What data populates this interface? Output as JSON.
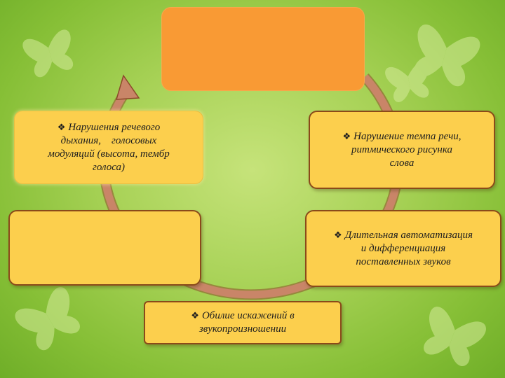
{
  "diagram": {
    "top_box": "",
    "left_top": {
      "line1": "Нарушения речевого",
      "line2": "дыхания,    голосовых",
      "line3": "модуляций (высота, тембр",
      "line4": "голоса)"
    },
    "right_top": {
      "line1": "Нарушение темпа речи,",
      "line2": "ритмического рисунка",
      "line3": "слова"
    },
    "left_mid": "",
    "right_mid": {
      "line1": "Длительная автоматизация",
      "line2": "и дифференциация",
      "line3": "поставленных звуков"
    },
    "bottom": {
      "line1": "Обилие искажений в",
      "line2": "звукопроизношении"
    },
    "bullet_glyph": "❖"
  },
  "colors": {
    "background": "#a8d257",
    "top_box": "#f99a34",
    "boxes": "#fccf4d",
    "cycle_arrow": "#c98568"
  },
  "icons": [
    "butterfly-icon",
    "cycle-arrow-icon",
    "diamond-bullet-icon"
  ]
}
